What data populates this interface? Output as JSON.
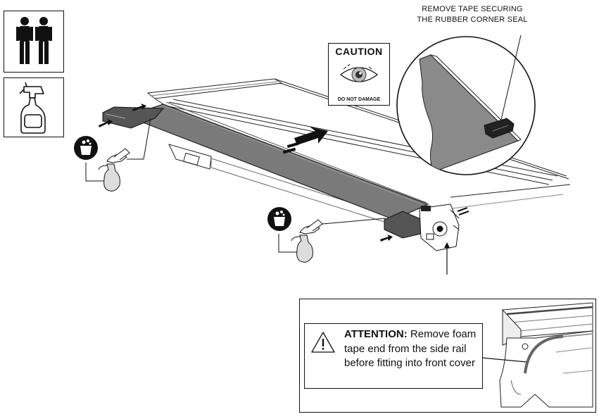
{
  "callout": {
    "line1": "REMOVE TAPE SECURING",
    "line2": "THE RUBBER CORNER SEAL"
  },
  "caution": {
    "title": "CAUTION",
    "subtitle": "DO NOT DAMAGE",
    "icon": "eye-icon"
  },
  "attention": {
    "heading": "ATTENTION:",
    "body_first": "Remove",
    "body_rest": "foam tape end from the side rail before fitting into front cover",
    "icon": "warning-triangle-icon"
  },
  "icons": {
    "two_person": "two-person-lift-icon",
    "spray_bottle": "spray-bottle-icon",
    "soapy_water": "soapy-water-bucket-icon"
  }
}
